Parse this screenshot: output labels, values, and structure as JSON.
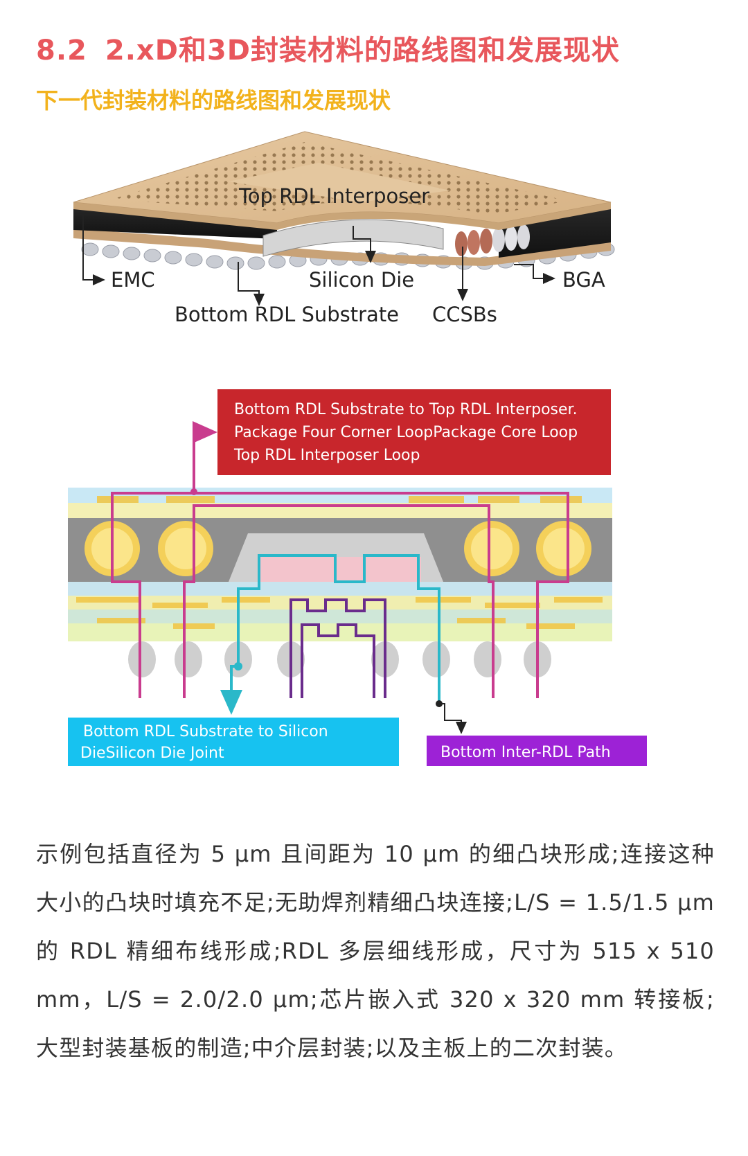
{
  "header": {
    "section_number": "8.2",
    "section_title": "2.xD和3D封装材料的路线图和发展现状",
    "subtitle": "下一代封装材料的路线图和发展现状"
  },
  "figure1": {
    "top_rdl": "Top RDL Interposer",
    "emc": "EMC",
    "silicon_die": "Silicon Die",
    "bga": "BGA",
    "bottom_rdl": "Bottom RDL Substrate",
    "ccsbs": "CCSBs"
  },
  "figure2": {
    "red_box": {
      "line1": "Bottom RDL Substrate to Top RDL Interposer.",
      "line2": "Package Four Corner LoopPackage Core Loop",
      "line3": "Top RDL Interposer Loop"
    },
    "cyan_box": {
      "line1": "Bottom RDL Substrate to Silicon",
      "line2": "DieSilicon Die Joint"
    },
    "purple_box": {
      "line1": "Bottom Inter-RDL Path"
    },
    "colors": {
      "red": "#c8262c",
      "cyan": "#17c2f0",
      "purple": "#9d22d6",
      "pink_trace": "#c93c8e",
      "cyan_trace": "#2ab8c9",
      "purple_trace": "#6a2c8c"
    }
  },
  "body_text": "示例包括直径为 5 μm 且间距为 10 μm 的细凸块形成;连接这种大小的凸块时填充不足;无助焊剂精细凸块连接;L/S = 1.5/1.5 μm 的 RDL 精细布线形成;RDL 多层细线形成，尺寸为 515 x 510 mm，L/S = 2.0/2.0 μm;芯片嵌入式 320 x 320 mm 转接板;大型封装基板的制造;中介层封装;以及主板上的二次封装。"
}
